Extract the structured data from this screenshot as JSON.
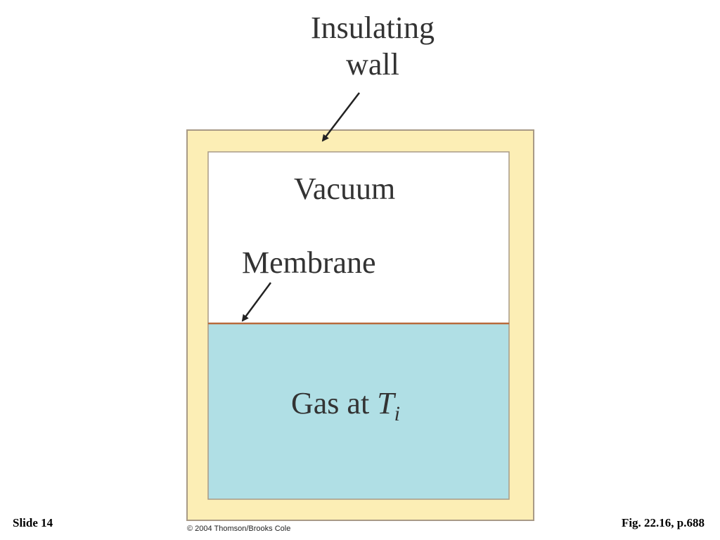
{
  "diagram": {
    "wall_label_line1": "Insulating",
    "wall_label_line2": "wall",
    "upper_region_label": "Vacuum",
    "membrane_label": "Membrane",
    "gas_label_prefix": "Gas at ",
    "gas_label_symbol": "T",
    "gas_label_subscript": "i",
    "colors": {
      "wall_fill": "#fceeb5",
      "wall_stroke": "#a89a86",
      "vacuum_fill": "#ffffff",
      "gas_fill": "#b0dfe5",
      "membrane": "#b86a3c",
      "text": "#333333"
    }
  },
  "footer": {
    "slide_number": "Slide 14",
    "copyright": "© 2004 Thomson/Brooks Cole",
    "figure_reference": "Fig. 22.16, p.688"
  }
}
